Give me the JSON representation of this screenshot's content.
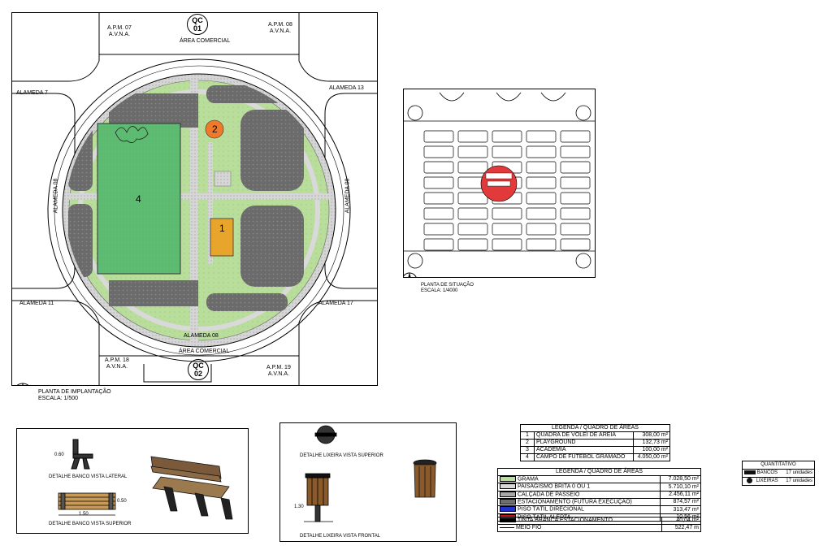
{
  "site_plan": {
    "apm_07": [
      "A.P.M. 07",
      "A.V.N.A."
    ],
    "apm_08": [
      "A.P.M. 08",
      "A.V.N.A."
    ],
    "apm_18": [
      "A.P.M. 18",
      "A.V.N.A."
    ],
    "apm_19": [
      "A.P.M. 19",
      "A.V.N.A."
    ],
    "qc_01": [
      "QC",
      "01"
    ],
    "qc_02": [
      "QC",
      "02"
    ],
    "area_comercial": "ÁREA COMERCIAL",
    "alameda_7": "ALAMEDA 7",
    "alameda_13": "ALAMEDA 13",
    "alameda_11": "ALAMEDA 11",
    "alameda_17": "ALAMEDA 17",
    "alameda_08": "ALAMEDA 08",
    "marker_4": "4",
    "marker_2": "2",
    "marker_1": "1",
    "title": "PLANTA DE IMPLANTAÇÃO",
    "scale": "ESCALA: 1/500"
  },
  "situation_plan": {
    "title": "PLANTA DE SITUAÇÃO",
    "scale": "ESCALA: 1/4000"
  },
  "details": {
    "bench_side": "DETALHE BANCO VISTA LATERAL",
    "bench_top": "DETALHE BANCO VISTA SUPERIOR",
    "bench_width": "1.50",
    "bench_height": "0.60",
    "bench_depth": "0.50",
    "bin_top": "DETALHE LIXEIRA VISTA SUPERIOR",
    "bin_front": "DETALHE LIXEIRA VISTA FRONTAL",
    "bin_height": "1.30"
  },
  "legend_areas": {
    "title": "LEGENDA / QUADRO DE ÁREAS",
    "rows": [
      {
        "num": "1",
        "name": "QUADRA DE VOLEI DE AREIA",
        "value": "308,00 m²"
      },
      {
        "num": "2",
        "name": "PLAYGROUND",
        "value": "132,73 m²"
      },
      {
        "num": "3",
        "name": "ACADEMIA",
        "value": "100,00 m²"
      },
      {
        "num": "4",
        "name": "CAMPO DE FUTEBOL GRAMADO",
        "value": "4.050,00 m²"
      }
    ]
  },
  "legend_materials": {
    "title": "LEGENDA / QUADRO DE ÁREAS",
    "rows": [
      {
        "swatch": "#b9dd9b",
        "name": "GRAMA",
        "value": "7.028,50 m²"
      },
      {
        "swatch": "#d8d8d8",
        "name": "PAISAGISMO BRITA 0 OU 1",
        "value": "5.710,10 m²"
      },
      {
        "swatch": "#a8a8a8",
        "name": "CALÇADA DE PASSEIO",
        "value": "2.456,11 m²"
      },
      {
        "swatch": "#6f6f6f",
        "name": "ESTACIONAMENTO (FUTURA EXECUÇÃO)",
        "value": "874,57 m²"
      },
      {
        "swatch": "#2233cc",
        "name": "PISO TÁTIL DIRECIONAL",
        "value": "313,47 m²"
      },
      {
        "swatch": "#cc1111",
        "name": "PISO TÁTIL ALERTA",
        "value": "10,56 m²"
      }
    ]
  },
  "legend_lines": {
    "rows": [
      {
        "name": "TINTA BRANCA ESTACIONAMENTO",
        "value": "40,04 m²"
      },
      {
        "name": "MEIO FIO",
        "value": "522,47 m"
      }
    ]
  },
  "quantitativo": {
    "title": "QUANTITATIVO",
    "rows": [
      {
        "name": "BANCOS",
        "value": "17 unidades"
      },
      {
        "name": "LIXEIRAS",
        "value": "17 unidades"
      }
    ]
  }
}
